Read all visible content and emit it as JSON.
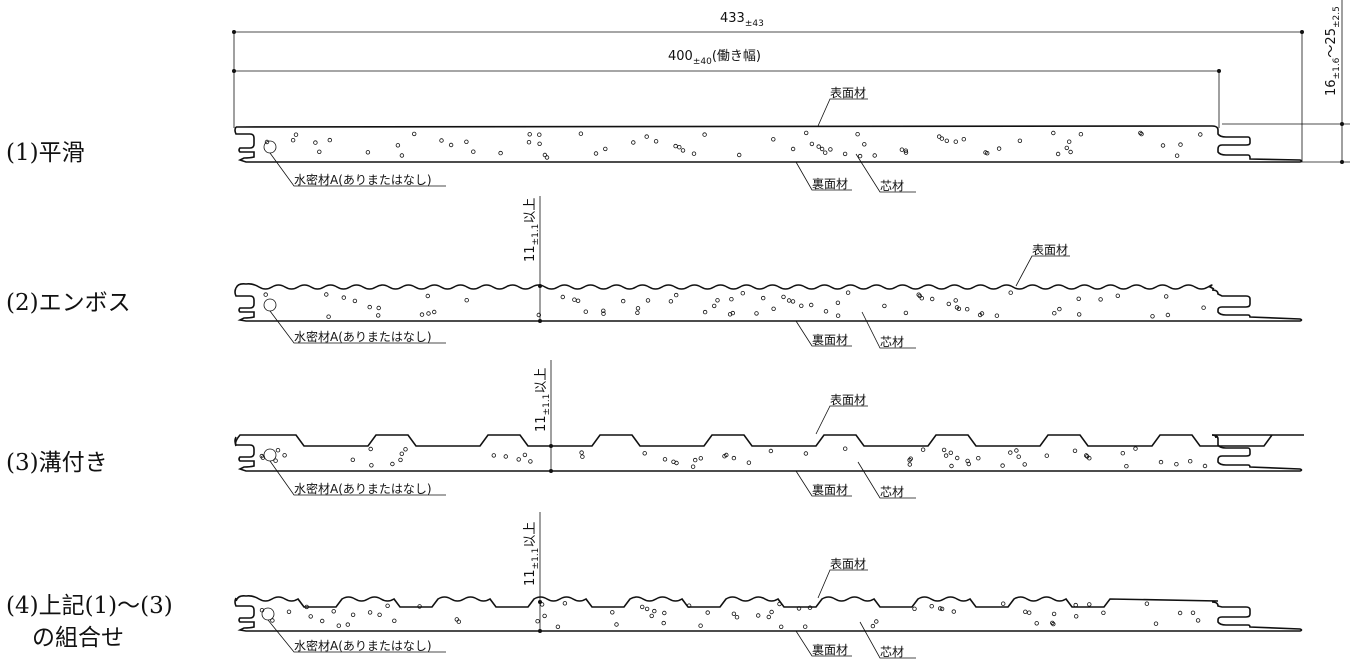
{
  "rows": [
    {
      "label": "(1)平滑",
      "label2": "",
      "style": "flat"
    },
    {
      "label": "(2)エンボス",
      "label2": "",
      "style": "emboss"
    },
    {
      "label": "(3)溝付き",
      "label2": "",
      "style": "groove"
    },
    {
      "label": "(4)上記(1)～(3)",
      "label2": "の組合せ",
      "style": "combo"
    }
  ],
  "annotations": {
    "surface": "表面材",
    "back": "裏面材",
    "core": "芯材",
    "seal": "水密材A(ありまたはなし)"
  },
  "dimensions": {
    "total_main": "433",
    "total_tol": "±43",
    "work_main": "400",
    "work_tol": "±40",
    "work_note": "(働き幅)",
    "thick_a": "16",
    "thick_a_tol": "±1.6",
    "thick_sep": "～",
    "thick_b": "25",
    "thick_b_tol": "±2.5",
    "min_main": "11",
    "min_tol": "±1.1",
    "min_note": "以上"
  }
}
